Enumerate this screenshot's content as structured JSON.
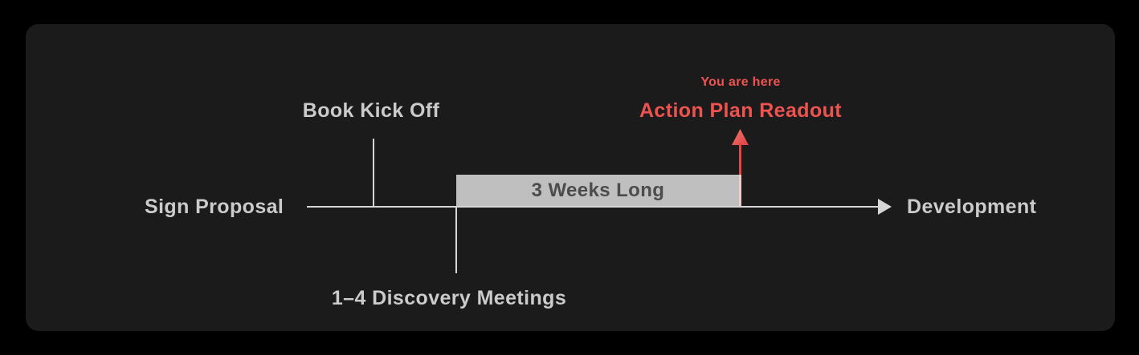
{
  "diagram": {
    "start_label": "Sign Proposal",
    "end_label": "Development",
    "milestone_above": "Book Kick Off",
    "milestone_below": "1–4 Discovery Meetings",
    "duration_label": "3 Weeks Long",
    "marker_eyebrow": "You are here",
    "marker_label": "Action Plan Readout"
  },
  "colors": {
    "page_bg": "#000000",
    "card_bg": "#1b1b1b",
    "text": "#cbcbcb",
    "line": "#d6d6d6",
    "bar_bg": "#bfbfbf",
    "bar_text": "#4c4c4c",
    "accent_red": "#ef5350",
    "stem_over_bar": "#f2cccb"
  }
}
